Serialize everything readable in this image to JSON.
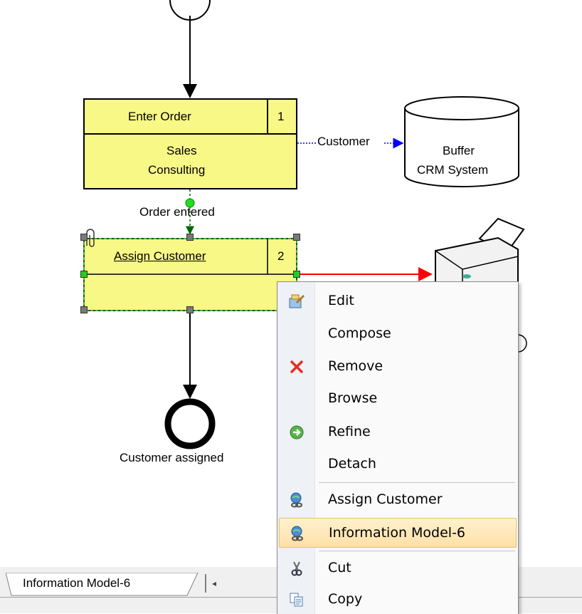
{
  "diagram": {
    "enter_order": {
      "title": "Enter Order",
      "number": "1",
      "role_line1": "Sales",
      "role_line2": "Consulting"
    },
    "assign_customer": {
      "title": "Assign Customer",
      "number": "2"
    },
    "buffer": {
      "line1": "Buffer",
      "line2": "CRM System"
    },
    "customer_flow_label": "Customer",
    "order_entered_label": "Order entered",
    "end_event_label": "Customer assigned",
    "colors": {
      "task_fill": "#f8f887",
      "flow_red": "#ff0000",
      "flow_blue": "#0000ff"
    }
  },
  "context_menu": {
    "items": [
      {
        "label": "Edit",
        "icon": "edit-icon"
      },
      {
        "label": "Compose",
        "icon": ""
      },
      {
        "label": "Remove",
        "icon": "remove-x-icon"
      },
      {
        "label": "Browse",
        "icon": ""
      },
      {
        "label": "Refine",
        "icon": "refine-arrow-icon"
      },
      {
        "label": "Detach",
        "icon": ""
      },
      {
        "label": "Assign Customer",
        "icon": "model-link-icon"
      },
      {
        "label": "Information Model-6",
        "icon": "model-link-icon"
      },
      {
        "label": "Cut",
        "icon": "scissors-icon"
      },
      {
        "label": "Copy",
        "icon": "copy-icon"
      }
    ]
  },
  "tabs": {
    "active": "Information Model-6"
  }
}
